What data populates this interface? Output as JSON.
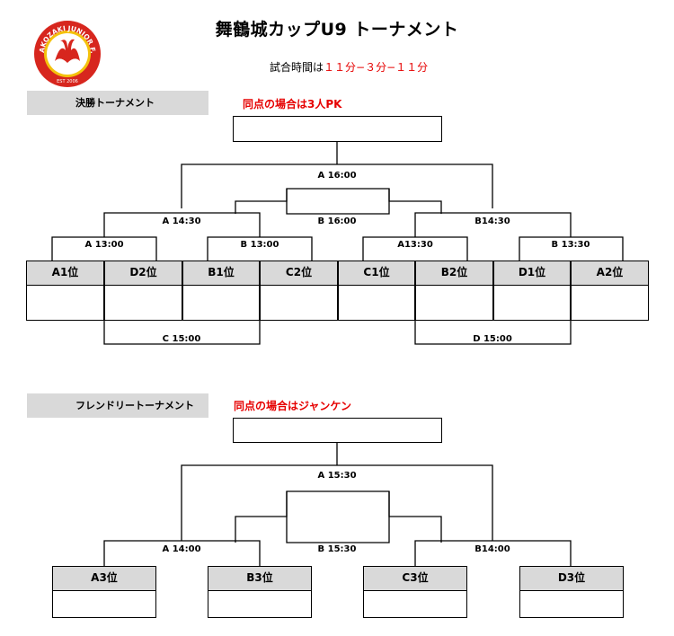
{
  "header": {
    "title": "舞鶴城カップU9 トーナメント",
    "match_time_label": "試合時間は",
    "match_time_value": "１１分−３分−１１分",
    "logo_text_top": "HAKOZAKI JUNIOR F.C",
    "logo_text_est": "EST 2006"
  },
  "final_tournament": {
    "label": "決勝トーナメント",
    "tie_rule": "同点の場合は3人PK",
    "match_labels": {
      "final": "A 16:00",
      "third_place": "B 16:00",
      "semi_left": "A 14:30",
      "semi_right": "B14:30",
      "qf_1": "A 13:00",
      "qf_2": "B 13:00",
      "qf_3": "A13:30",
      "qf_4": "B 13:30",
      "consolation_left": "C 15:00",
      "consolation_right": "D 15:00"
    },
    "teams": [
      "A1位",
      "D2位",
      "B1位",
      "C2位",
      "C1位",
      "B2位",
      "D1位",
      "A2位"
    ]
  },
  "friendly_tournament": {
    "label": "フレンドリートーナメント",
    "tie_rule": "同点の場合はジャンケン",
    "match_labels": {
      "final": "A 15:30",
      "third_place": "B 15:30",
      "semi_left": "A 14:00",
      "semi_right": "B14:00"
    },
    "teams": [
      "A3位",
      "B3位",
      "C3位",
      "D3位"
    ]
  },
  "colors": {
    "red": "#e60000",
    "label_bg": "#d9d9d9",
    "logo_red": "#d7261e",
    "logo_gold": "#f4c20d"
  }
}
